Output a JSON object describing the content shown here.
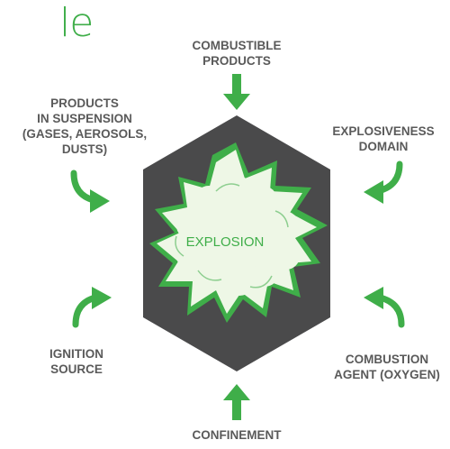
{
  "logo_text": "le",
  "center_label": "EXPLOSION",
  "labels": {
    "combustible": "COMBUSTIBLE\nPRODUCTS",
    "suspension": "PRODUCTS\nIN SUSPENSION\n(GASES, AEROSOLS,\nDUSTS)",
    "explosiveness": "EXPLOSIVENESS\nDOMAIN",
    "ignition": "IGNITION\nSOURCE",
    "combustion": "COMBUSTION\nAGENT (OXYGEN)",
    "confinement": "CONFINEMENT"
  },
  "colors": {
    "accent": "#3fae49",
    "hexagon": "#4a4a4b",
    "cloud": "#eef7e6",
    "text": "#5a5a5a"
  },
  "icons": [
    "arrow-down-icon",
    "arrow-up-icon",
    "curved-arrow-icon"
  ]
}
